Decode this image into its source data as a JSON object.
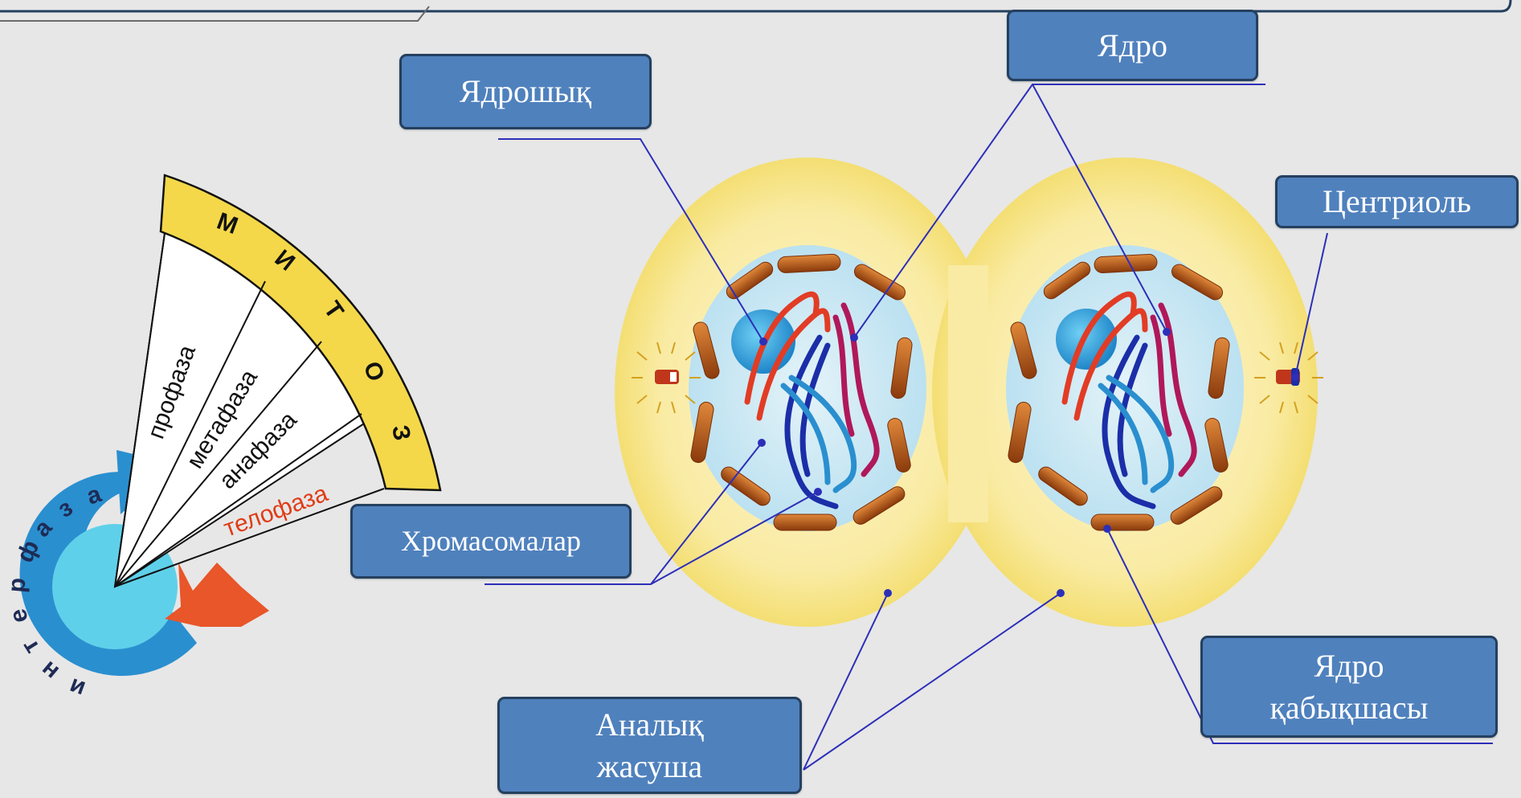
{
  "cycle": {
    "mitosis_title": "митоз",
    "interphase_title": "интерфаза",
    "phases": [
      {
        "label": "профаза",
        "color": "#111111"
      },
      {
        "label": "метафаза",
        "color": "#111111"
      },
      {
        "label": "анафаза",
        "color": "#111111"
      },
      {
        "label": "телофаза",
        "color": "#e03c17"
      }
    ]
  },
  "labels": {
    "nucleolus": "Ядрошық",
    "nucleus": "Ядро",
    "centriole": "Центриоль",
    "chromosomes": "Хромасомалар",
    "mother_cell": "Аналық\nжасуша",
    "nuclear_envelope": "Ядро\nқабықшасы"
  },
  "colors": {
    "callout_fill": "#4f81bd",
    "callout_border": "#24405f",
    "cytoplasm": "#f6e27a",
    "nucleus_fill": "#bfe3f2",
    "membrane": "#a84a14",
    "mitosis_band": "#f4d84a",
    "interphase_arc": "#2a8fcf",
    "leader_line": "#2d2fb8"
  }
}
